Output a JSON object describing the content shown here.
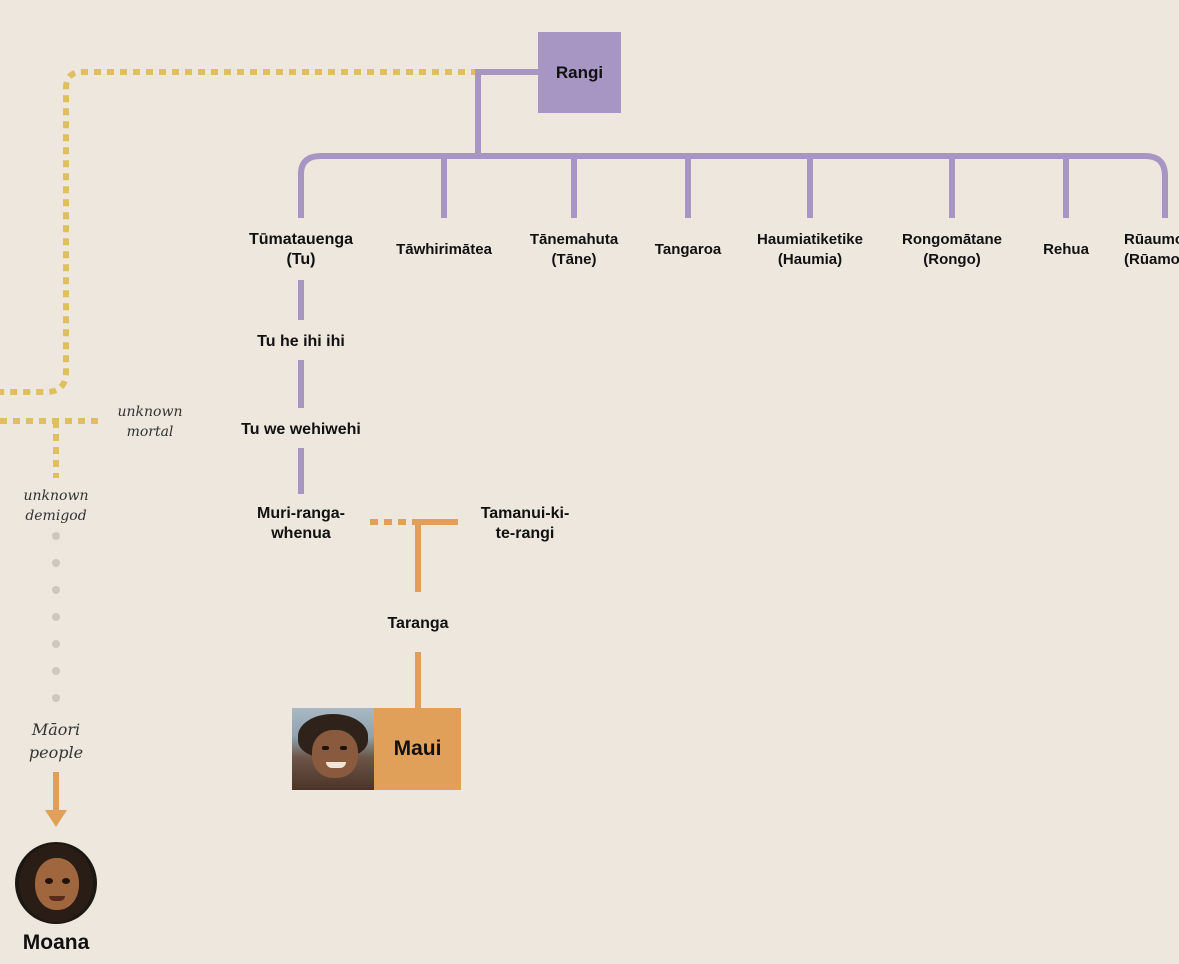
{
  "colors": {
    "background": "#ede7dd",
    "purple_line": "#a795c4",
    "rangi_box": "#a795c4",
    "orange_line": "#e0a05a",
    "maui_box": "#e0a05a",
    "gold_dotted": "#e0bf60",
    "grey_dots": "#cdc7bd"
  },
  "root": {
    "label": "Rangi"
  },
  "children": [
    {
      "name": "Tūmatauenga",
      "alt": "(Tu)"
    },
    {
      "name": "Tāwhirimātea",
      "alt": ""
    },
    {
      "name": "Tānemahuta",
      "alt": "(Tāne)"
    },
    {
      "name": "Tangaroa",
      "alt": ""
    },
    {
      "name": "Haumiatiketike",
      "alt": "(Haumia)"
    },
    {
      "name": "Rongomātane",
      "alt": "(Rongo)"
    },
    {
      "name": "Rehua",
      "alt": ""
    },
    {
      "name": "Rūaumoko",
      "alt": "(Rūamoko)"
    }
  ],
  "lineage": [
    {
      "name": "Tu he ihi ihi"
    },
    {
      "name": "Tu we wehiwehi"
    },
    {
      "name": "Muri-ranga-",
      "name2": "whenua"
    },
    {
      "name": "Tamanui-ki-",
      "name2": "te-rangi"
    },
    {
      "name": "Taranga"
    }
  ],
  "maui": {
    "label": "Maui"
  },
  "side_notes": {
    "unknown_mortal": [
      "unknown",
      "mortal"
    ],
    "unknown_demigod": [
      "unknown",
      "demigod"
    ],
    "maori_people": [
      "Māori",
      "people"
    ]
  },
  "moana": {
    "label": "Moana"
  }
}
